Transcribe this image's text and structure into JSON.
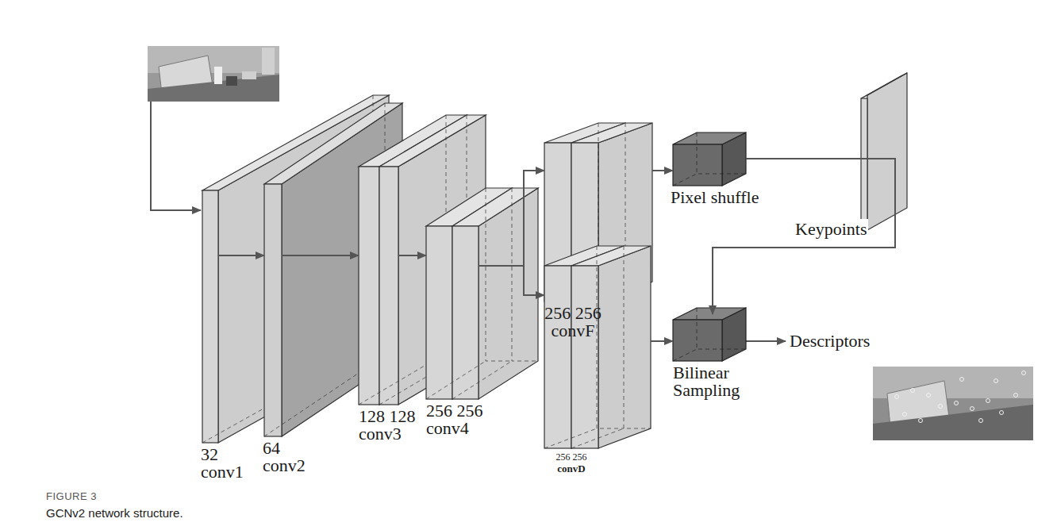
{
  "diagram": {
    "caption": "GCNv2 network structure.",
    "nodes": [
      {
        "text": [
          "32",
          "conv1"
        ]
      },
      {
        "text": [
          "64",
          "conv2"
        ]
      },
      {
        "text": [
          "128 128",
          "conv3"
        ]
      },
      {
        "text": [
          "256 256",
          "conv4"
        ]
      },
      {
        "text": [
          "256 256",
          "convF"
        ]
      },
      {
        "text": [
          "Pixel shuffle"
        ]
      },
      {
        "text": [
          "256 256",
          "convD"
        ]
      },
      {
        "text": [
          "Bilinear Sampling"
        ]
      }
    ],
    "edges": [
      {
        "from": 0,
        "to": 1,
        "arrow": "to"
      },
      {
        "from": 1,
        "to": 2,
        "arrow": "to"
      },
      {
        "from": 2,
        "to": 3,
        "arrow": "to"
      },
      {
        "from": 3,
        "to": 4,
        "arrow": "to"
      },
      {
        "from": 3,
        "to": 6,
        "arrow": "to"
      },
      {
        "from": 4,
        "to": 5,
        "arrow": "to"
      },
      {
        "from": 6,
        "to": 7,
        "arrow": "to"
      },
      {
        "from": 5,
        "to": 7,
        "label": "Keypoints",
        "arrow": "to"
      }
    ],
    "labels": [
      "Descriptors",
      "FIGURE 3"
    ]
  }
}
